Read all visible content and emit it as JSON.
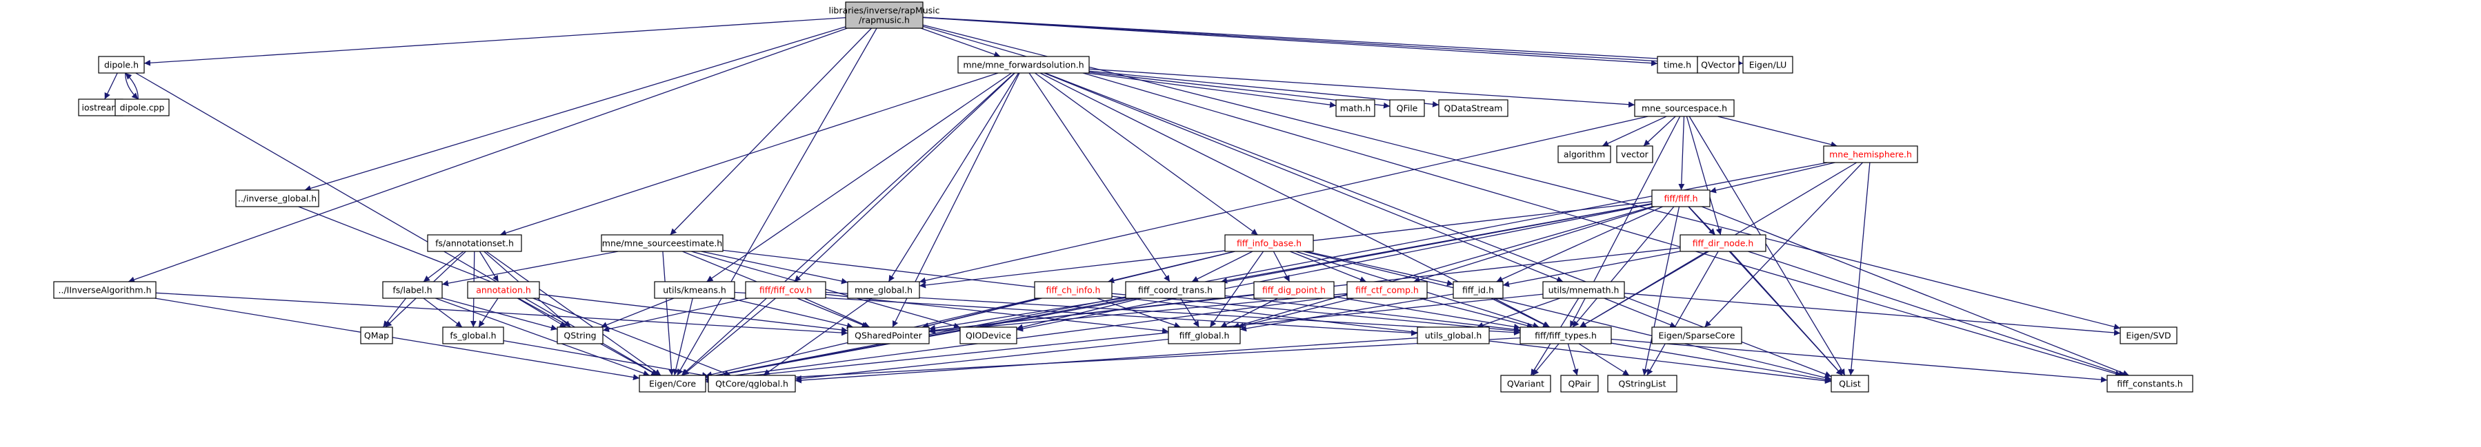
{
  "colors": {
    "edge": "#191970",
    "node_fill": "#ffffff",
    "root_fill": "#bfbfbf",
    "text": "#000000",
    "red_text": "#ff0000",
    "grey_border": "#bfbfbf"
  },
  "nodes": [
    {
      "id": "root",
      "label": [
        "libraries/inverse/rapMusic",
        "/rapmusic.h"
      ],
      "style": "root"
    },
    {
      "id": "dipole_h",
      "label": [
        "dipole.h"
      ],
      "style": "normal"
    },
    {
      "id": "iostream",
      "label": [
        "iostream"
      ],
      "style": "grey"
    },
    {
      "id": "dipole_cpp",
      "label": [
        "dipole.cpp"
      ],
      "style": "normal"
    },
    {
      "id": "inverse_global",
      "label": [
        "../inverse_global.h"
      ],
      "style": "normal"
    },
    {
      "id": "iinverse",
      "label": [
        "../IInverseAlgorithm.h"
      ],
      "style": "normal"
    },
    {
      "id": "fwd",
      "label": [
        "mne/mne_forwardsolution.h"
      ],
      "style": "normal"
    },
    {
      "id": "time_h",
      "label": [
        "time.h"
      ],
      "style": "grey"
    },
    {
      "id": "qvector",
      "label": [
        "QVector"
      ],
      "style": "grey"
    },
    {
      "id": "eigen_lu",
      "label": [
        "Eigen/LU"
      ],
      "style": "grey"
    },
    {
      "id": "math_h",
      "label": [
        "math.h"
      ],
      "style": "grey"
    },
    {
      "id": "qfile",
      "label": [
        "QFile"
      ],
      "style": "grey"
    },
    {
      "id": "qdatastream",
      "label": [
        "QDataStream"
      ],
      "style": "grey"
    },
    {
      "id": "srcspace",
      "label": [
        "mne_sourcespace.h"
      ],
      "style": "normal"
    },
    {
      "id": "algorithm",
      "label": [
        "algorithm"
      ],
      "style": "grey"
    },
    {
      "id": "vector",
      "label": [
        "vector"
      ],
      "style": "grey"
    },
    {
      "id": "hemisphere",
      "label": [
        "mne_hemisphere.h"
      ],
      "style": "red"
    },
    {
      "id": "fiff_h",
      "label": [
        "fiff/fiff.h"
      ],
      "style": "red"
    },
    {
      "id": "annotationset",
      "label": [
        "fs/annotationset.h"
      ],
      "style": "normal"
    },
    {
      "id": "srcest",
      "label": [
        "mne/mne_sourceestimate.h"
      ],
      "style": "normal"
    },
    {
      "id": "fiff_info_base",
      "label": [
        "fiff_info_base.h"
      ],
      "style": "red"
    },
    {
      "id": "fiff_dir_node",
      "label": [
        "fiff_dir_node.h"
      ],
      "style": "red"
    },
    {
      "id": "fs_label",
      "label": [
        "fs/label.h"
      ],
      "style": "normal"
    },
    {
      "id": "annotation",
      "label": [
        "annotation.h"
      ],
      "style": "red"
    },
    {
      "id": "kmeans",
      "label": [
        "utils/kmeans.h"
      ],
      "style": "normal"
    },
    {
      "id": "fiff_cov",
      "label": [
        "fiff/fiff_cov.h"
      ],
      "style": "red"
    },
    {
      "id": "mne_global",
      "label": [
        "mne_global.h"
      ],
      "style": "normal"
    },
    {
      "id": "fiff_ch_info",
      "label": [
        "fiff_ch_info.h"
      ],
      "style": "red"
    },
    {
      "id": "fiff_coord_trans",
      "label": [
        "fiff_coord_trans.h"
      ],
      "style": "normal"
    },
    {
      "id": "fiff_dig_point",
      "label": [
        "fiff_dig_point.h"
      ],
      "style": "red"
    },
    {
      "id": "fiff_ctf_comp",
      "label": [
        "fiff_ctf_comp.h"
      ],
      "style": "red"
    },
    {
      "id": "fiff_id",
      "label": [
        "fiff_id.h"
      ],
      "style": "normal"
    },
    {
      "id": "mnemath",
      "label": [
        "utils/mnemath.h"
      ],
      "style": "normal"
    },
    {
      "id": "qmap",
      "label": [
        "QMap"
      ],
      "style": "grey"
    },
    {
      "id": "fs_global",
      "label": [
        "fs_global.h"
      ],
      "style": "normal"
    },
    {
      "id": "qstring",
      "label": [
        "QString"
      ],
      "style": "grey"
    },
    {
      "id": "qsharedpointer",
      "label": [
        "QSharedPointer"
      ],
      "style": "grey"
    },
    {
      "id": "qiodevice",
      "label": [
        "QIODevice"
      ],
      "style": "grey"
    },
    {
      "id": "fiff_global",
      "label": [
        "fiff_global.h"
      ],
      "style": "normal"
    },
    {
      "id": "utils_global",
      "label": [
        "utils_global.h"
      ],
      "style": "normal"
    },
    {
      "id": "fiff_types",
      "label": [
        "fiff/fiff_types.h"
      ],
      "style": "normal"
    },
    {
      "id": "eigen_sparse",
      "label": [
        "Eigen/SparseCore"
      ],
      "style": "grey"
    },
    {
      "id": "eigen_svd",
      "label": [
        "Eigen/SVD"
      ],
      "style": "grey"
    },
    {
      "id": "eigen_core",
      "label": [
        "Eigen/Core"
      ],
      "style": "grey"
    },
    {
      "id": "qtglobal",
      "label": [
        "QtCore/qglobal.h"
      ],
      "style": "grey"
    },
    {
      "id": "qvariant",
      "label": [
        "QVariant"
      ],
      "style": "grey"
    },
    {
      "id": "qpair",
      "label": [
        "QPair"
      ],
      "style": "grey"
    },
    {
      "id": "qstringlist",
      "label": [
        "QStringList"
      ],
      "style": "grey"
    },
    {
      "id": "qlist",
      "label": [
        "QList"
      ],
      "style": "grey"
    },
    {
      "id": "fiff_constants",
      "label": [
        "fiff_constants.h"
      ],
      "style": "normal"
    }
  ],
  "edges": [
    [
      "root",
      "dipole_h"
    ],
    [
      "root",
      "inverse_global"
    ],
    [
      "root",
      "iinverse"
    ],
    [
      "root",
      "fwd"
    ],
    [
      "root",
      "time_h"
    ],
    [
      "root",
      "qvector"
    ],
    [
      "root",
      "eigen_lu"
    ],
    [
      "root",
      "srcest"
    ],
    [
      "root",
      "eigen_core"
    ],
    [
      "root",
      "eigen_svd"
    ],
    [
      "root",
      "fiff_constants"
    ],
    [
      "dipole_h",
      "iostream"
    ],
    [
      "dipole_h",
      "dipole_cpp"
    ],
    [
      "dipole_cpp",
      "dipole_h"
    ],
    [
      "dipole_h",
      "eigen_core"
    ],
    [
      "inverse_global",
      "qtglobal"
    ],
    [
      "iinverse",
      "eigen_core"
    ],
    [
      "iinverse",
      "qsharedpointer"
    ],
    [
      "fwd",
      "math_h"
    ],
    [
      "fwd",
      "qfile"
    ],
    [
      "fwd",
      "qdatastream"
    ],
    [
      "fwd",
      "srcspace"
    ],
    [
      "fwd",
      "annotationset"
    ],
    [
      "fwd",
      "fiff_info_base"
    ],
    [
      "fwd",
      "kmeans"
    ],
    [
      "fwd",
      "fiff_cov"
    ],
    [
      "fwd",
      "mne_global"
    ],
    [
      "fwd",
      "fiff_coord_trans"
    ],
    [
      "fwd",
      "mnemath"
    ],
    [
      "fwd",
      "qsharedpointer"
    ],
    [
      "fwd",
      "eigen_core"
    ],
    [
      "fwd",
      "fiff_types"
    ],
    [
      "fwd",
      "qlist"
    ],
    [
      "srcspace",
      "algorithm"
    ],
    [
      "srcspace",
      "vector"
    ],
    [
      "srcspace",
      "hemisphere"
    ],
    [
      "srcspace",
      "fiff_h"
    ],
    [
      "srcspace",
      "fiff_dir_node"
    ],
    [
      "srcspace",
      "mne_global"
    ],
    [
      "srcspace",
      "fiff_types"
    ],
    [
      "srcspace",
      "qlist"
    ],
    [
      "hemisphere",
      "fiff_h"
    ],
    [
      "hemisphere",
      "eigen_sparse"
    ],
    [
      "hemisphere",
      "fiff_types"
    ],
    [
      "hemisphere",
      "qlist"
    ],
    [
      "hemisphere",
      "eigen_core"
    ],
    [
      "fiff_h",
      "fiff_dir_node"
    ],
    [
      "fiff_h",
      "fiff_coord_trans"
    ],
    [
      "fiff_h",
      "fiff_ctf_comp"
    ],
    [
      "fiff_h",
      "fiff_id"
    ],
    [
      "fiff_h",
      "mne_global"
    ],
    [
      "fiff_h",
      "fiff_global"
    ],
    [
      "fiff_h",
      "fiff_types"
    ],
    [
      "fiff_h",
      "qiodevice"
    ],
    [
      "fiff_h",
      "qstringlist"
    ],
    [
      "fiff_h",
      "qlist"
    ],
    [
      "fiff_h",
      "fiff_constants"
    ],
    [
      "fiff_h",
      "eigen_core"
    ],
    [
      "annotationset",
      "fs_label"
    ],
    [
      "annotationset",
      "annotation"
    ],
    [
      "annotationset",
      "qstring"
    ],
    [
      "annotationset",
      "fs_global"
    ],
    [
      "annotationset",
      "qmap"
    ],
    [
      "annotationset",
      "eigen_core"
    ],
    [
      "srcest",
      "fs_label"
    ],
    [
      "srcest",
      "mne_global"
    ],
    [
      "srcest",
      "qsharedpointer"
    ],
    [
      "srcest",
      "qlist"
    ],
    [
      "srcest",
      "eigen_core"
    ],
    [
      "srcest",
      "qiodevice"
    ],
    [
      "fiff_info_base",
      "fiff_ch_info"
    ],
    [
      "fiff_info_base",
      "fiff_coord_trans"
    ],
    [
      "fiff_info_base",
      "fiff_dig_point"
    ],
    [
      "fiff_info_base",
      "fiff_ctf_comp"
    ],
    [
      "fiff_info_base",
      "fiff_id"
    ],
    [
      "fiff_info_base",
      "fiff_types"
    ],
    [
      "fiff_info_base",
      "qsharedpointer"
    ],
    [
      "fiff_info_base",
      "fiff_global"
    ],
    [
      "fiff_info_base",
      "qlist"
    ],
    [
      "fiff_dir_node",
      "fiff_id"
    ],
    [
      "fiff_dir_node",
      "fiff_types"
    ],
    [
      "fiff_dir_node",
      "qsharedpointer"
    ],
    [
      "fiff_dir_node",
      "qlist"
    ],
    [
      "fiff_dir_node",
      "qstringlist"
    ],
    [
      "fiff_dir_node",
      "fiff_constants"
    ],
    [
      "fs_label",
      "fs_global"
    ],
    [
      "fs_label",
      "qstring"
    ],
    [
      "fs_label",
      "qmap"
    ],
    [
      "fs_label",
      "eigen_core"
    ],
    [
      "annotation",
      "fs_global"
    ],
    [
      "annotation",
      "qstring"
    ],
    [
      "annotation",
      "qsharedpointer"
    ],
    [
      "annotation",
      "eigen_core"
    ],
    [
      "kmeans",
      "utils_global"
    ],
    [
      "kmeans",
      "qstring"
    ],
    [
      "kmeans",
      "eigen_core"
    ],
    [
      "kmeans",
      "qsharedpointer"
    ],
    [
      "fiff_cov",
      "fiff_types"
    ],
    [
      "fiff_cov",
      "qsharedpointer"
    ],
    [
      "fiff_cov",
      "qstring"
    ],
    [
      "fiff_cov",
      "eigen_core"
    ],
    [
      "fiff_cov",
      "fiff_global"
    ],
    [
      "mne_global",
      "qtglobal"
    ],
    [
      "fiff_ch_info",
      "fiff_types"
    ],
    [
      "fiff_ch_info",
      "fiff_global"
    ],
    [
      "fiff_ch_info",
      "qsharedpointer"
    ],
    [
      "fiff_ch_info",
      "eigen_core"
    ],
    [
      "fiff_coord_trans",
      "fiff_types"
    ],
    [
      "fiff_coord_trans",
      "fiff_global"
    ],
    [
      "fiff_coord_trans",
      "qsharedpointer"
    ],
    [
      "fiff_coord_trans",
      "qiodevice"
    ],
    [
      "fiff_coord_trans",
      "eigen_core"
    ],
    [
      "fiff_dig_point",
      "fiff_types"
    ],
    [
      "fiff_dig_point",
      "fiff_global"
    ],
    [
      "fiff_dig_point",
      "qsharedpointer"
    ],
    [
      "fiff_ctf_comp",
      "fiff_types"
    ],
    [
      "fiff_ctf_comp",
      "fiff_global"
    ],
    [
      "fiff_ctf_comp",
      "qsharedpointer"
    ],
    [
      "fiff_ctf_comp",
      "eigen_core"
    ],
    [
      "fiff_id",
      "fiff_types"
    ],
    [
      "fiff_id",
      "fiff_global"
    ],
    [
      "mnemath",
      "utils_global"
    ],
    [
      "mnemath",
      "eigen_sparse"
    ],
    [
      "mnemath",
      "eigen_svd"
    ],
    [
      "mnemath",
      "qvariant"
    ],
    [
      "mnemath",
      "eigen_core"
    ],
    [
      "fs_global",
      "qtglobal"
    ],
    [
      "fiff_global",
      "qtglobal"
    ],
    [
      "utils_global",
      "qtglobal"
    ],
    [
      "fiff_types",
      "qvariant"
    ],
    [
      "fiff_types",
      "qpair"
    ],
    [
      "fiff_types",
      "qstringlist"
    ],
    [
      "fiff_types",
      "qlist"
    ],
    [
      "fiff_types",
      "fiff_constants"
    ],
    [
      "fiff_types",
      "eigen_core"
    ]
  ]
}
